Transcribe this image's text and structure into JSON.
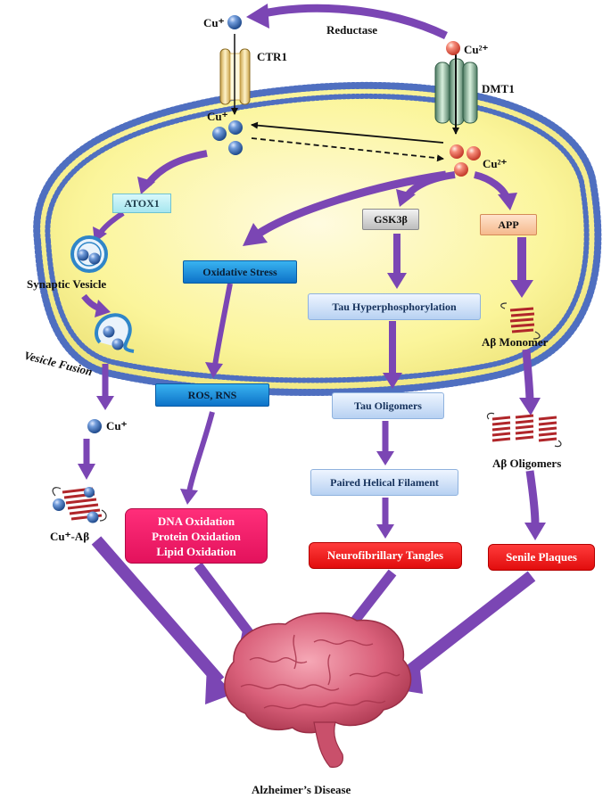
{
  "labels": {
    "cu_plus_top": "Cu⁺",
    "reductase": "Reductase",
    "cu2_top": "Cu²⁺",
    "ctr1": "CTR1",
    "dmt1": "DMT1",
    "cu_plus_inner": "Cu⁺",
    "cu2_inner": "Cu²⁺",
    "synaptic_vesicle": "Synaptic Vesicle",
    "vesicle_fusion": "Vesicle Fusion",
    "cu_plus_out": "Cu⁺",
    "cu_abeta": "Cu⁺-Aβ",
    "abeta_monomer": "Aβ Monomer",
    "abeta_oligomers": "Aβ Oligomers",
    "alzheimers": "Alzheimer’s Disease"
  },
  "boxes": {
    "atox1": "ATOX1",
    "gsk3b": "GSK3β",
    "app": "APP",
    "oxidative_stress": "Oxidative Stress",
    "tau_hyper": "Tau Hyperphosphorylation",
    "ros_rns": "ROS, RNS",
    "tau_oligomers": "Tau Oligomers",
    "paired_helical": "Paired Helical Filament",
    "oxidation_lines": [
      "DNA Oxidation",
      "Protein Oxidation",
      "Lipid Oxidation"
    ],
    "neurofibrillary": "Neurofibrillary Tangles",
    "senile_plaques": "Senile Plaques"
  },
  "colors": {
    "arrow": "#7b46b4",
    "cell_fill": "#faf6a6",
    "membrane_head": "#6f8fd8",
    "cu_plus_ion": "#2d64b5",
    "cu2_ion": "#f05a4a",
    "brain": "#d9607a"
  }
}
